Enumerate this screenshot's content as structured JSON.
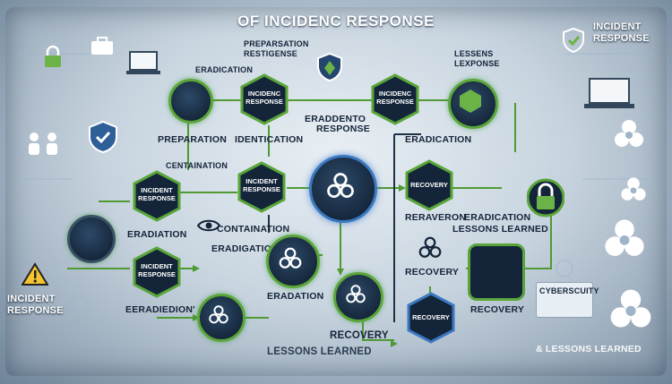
{
  "title": "OF INCIDENC RESPONSE",
  "labels": {
    "preparation": "PREPARATION",
    "identification": "IDENTICATION",
    "preparation_top": "PREPARSATION",
    "preparation_top2": "RESTIGENSE",
    "eradicating_response_1": "ERADDENTO",
    "eradicating_response_2": "RESPONSE",
    "eradication_top": "ERADICATION",
    "lessons_top_1": "LESSENS",
    "lessons_top_2": "LEXPONSE",
    "incident_response_tr_1": "INCIDENT",
    "incident_response_tr_2": "RESPONSE",
    "centaination": "CENTAINATION",
    "eradiation": "ERADIATION",
    "containation": "CONTAINATION",
    "eradication_mid": "ERADIGATION",
    "incident_response_bl_1": "INCIDENT",
    "incident_response_bl_2": "RESPONSE",
    "eradiedion": "EERADIEDION'",
    "eradation": "ERADATION",
    "recovery_bottom": "RECOVERY",
    "lessons_learned_bottom": "LESSONS LEARNED",
    "reraveron": "RERAVERON",
    "eradication_right": "ERADICATION",
    "lessons_learned_right": "LESSONS LEARNED",
    "recovery_mid": "RECOVERY",
    "recovery_right": "RECOVERY",
    "cybersecurity": "CYBERSCUITY",
    "lessons_learned_br": "& LESSONS LEARNED"
  },
  "hexes": {
    "h1_1": "INCIDENC",
    "h1_2": "RESPONSE",
    "h2_1": "INCIDENT",
    "h2_2": "RESPONSE",
    "h3_1": "INCIDENT",
    "h3_2": "RESPONSE",
    "h4_1": "INCIDENT",
    "h4_2": "RESPONSE",
    "h5_1": "INCIDENC",
    "h5_2": "RESPONSE",
    "h6_1": "RECOVERY",
    "h7_1": "RECOVERY"
  },
  "colors": {
    "accent_green": "#5aa53a",
    "accent_blue": "#3b78c0",
    "node_dark": "#14253a"
  }
}
